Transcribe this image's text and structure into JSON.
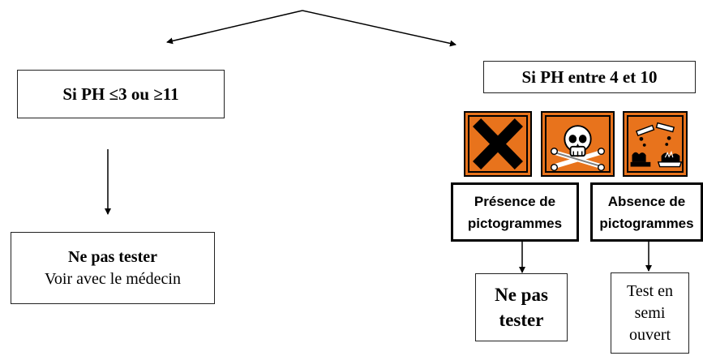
{
  "left_branch": {
    "condition": "Si PH ≤3 ou ≥11",
    "result_title": "Ne pas tester",
    "result_detail": "Voir avec le médecin"
  },
  "right_branch": {
    "condition": "Si PH entre 4 et 10",
    "pictograms": [
      "irritant-x-pictogram",
      "toxic-skull-pictogram",
      "corrosive-pictogram"
    ],
    "pictogram_color": "#e8731c",
    "presence": {
      "label_line1": "Présence de",
      "label_line2": "pictogrammes",
      "result_line1": "Ne pas",
      "result_line2": "tester"
    },
    "absence": {
      "label_line1": "Absence de",
      "label_line2": "pictogrammes",
      "result_line1": "Test en",
      "result_line2": "semi",
      "result_line3": "ouvert"
    }
  }
}
